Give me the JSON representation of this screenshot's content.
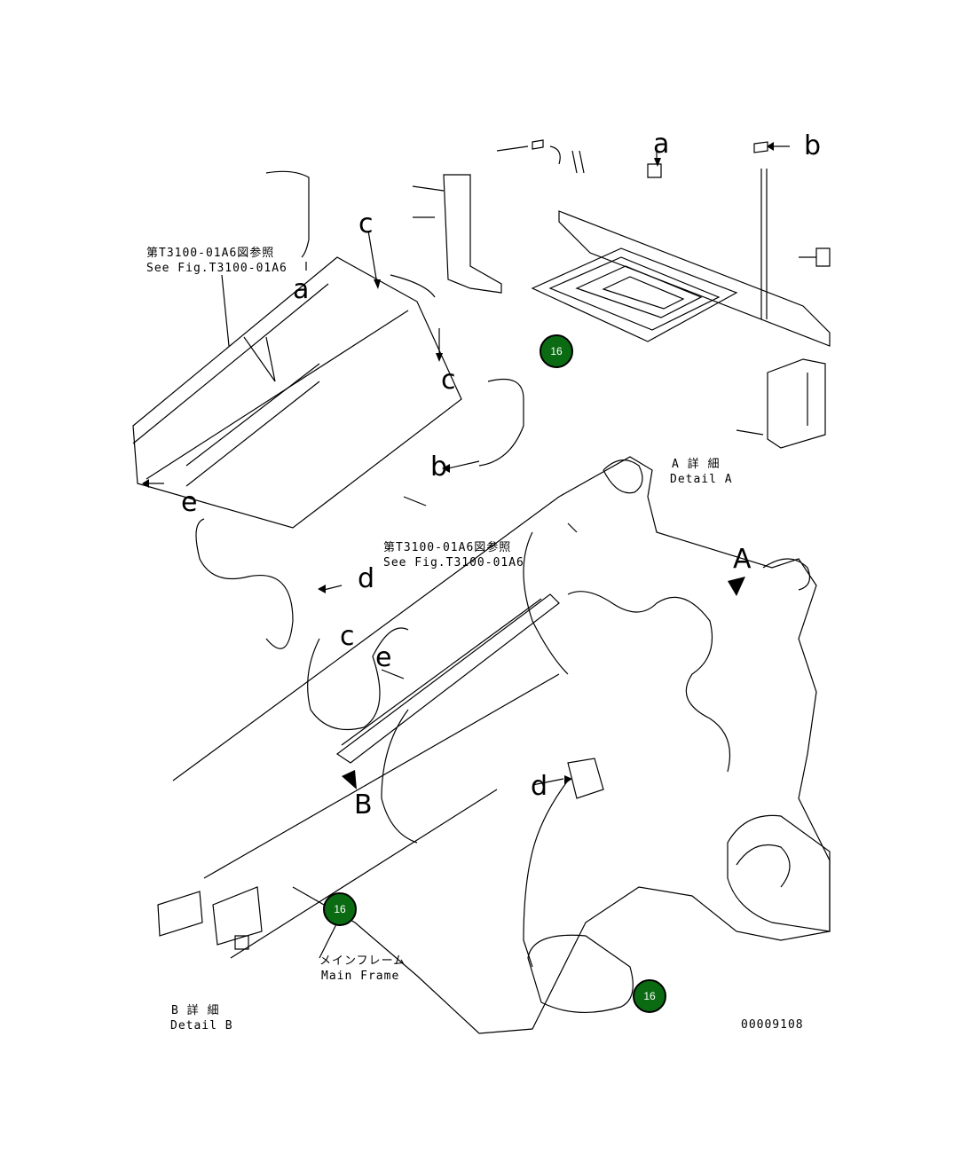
{
  "refs": {
    "ref_top_ja": "第T3100-01A6図参照",
    "ref_top_en": "See Fig.T3100-01A6",
    "ref_mid_ja": "第T3100-01A6図参照",
    "ref_mid_en": "See Fig.T3100-01A6"
  },
  "details": {
    "a_ja": "A 詳 細",
    "a_en": "Detail A",
    "b_ja": "B 詳 細",
    "b_en": "Detail B"
  },
  "frame": {
    "ja": "メインフレーム",
    "en": "Main Frame"
  },
  "drawing_number": "00009108",
  "letters": {
    "a_top": "a",
    "b_top": "b",
    "c_top": "c",
    "a_left": "a",
    "c_mid": "c",
    "b_mid": "b",
    "e_left": "e",
    "d_mid": "d",
    "c_low": "c",
    "e_low": "e",
    "big_a": "A",
    "big_b": "B",
    "d_low": "d"
  },
  "callouts": [
    "16",
    "16",
    "16"
  ],
  "colors": {
    "callout_fill": "#0a6b12",
    "line": "#000000"
  }
}
